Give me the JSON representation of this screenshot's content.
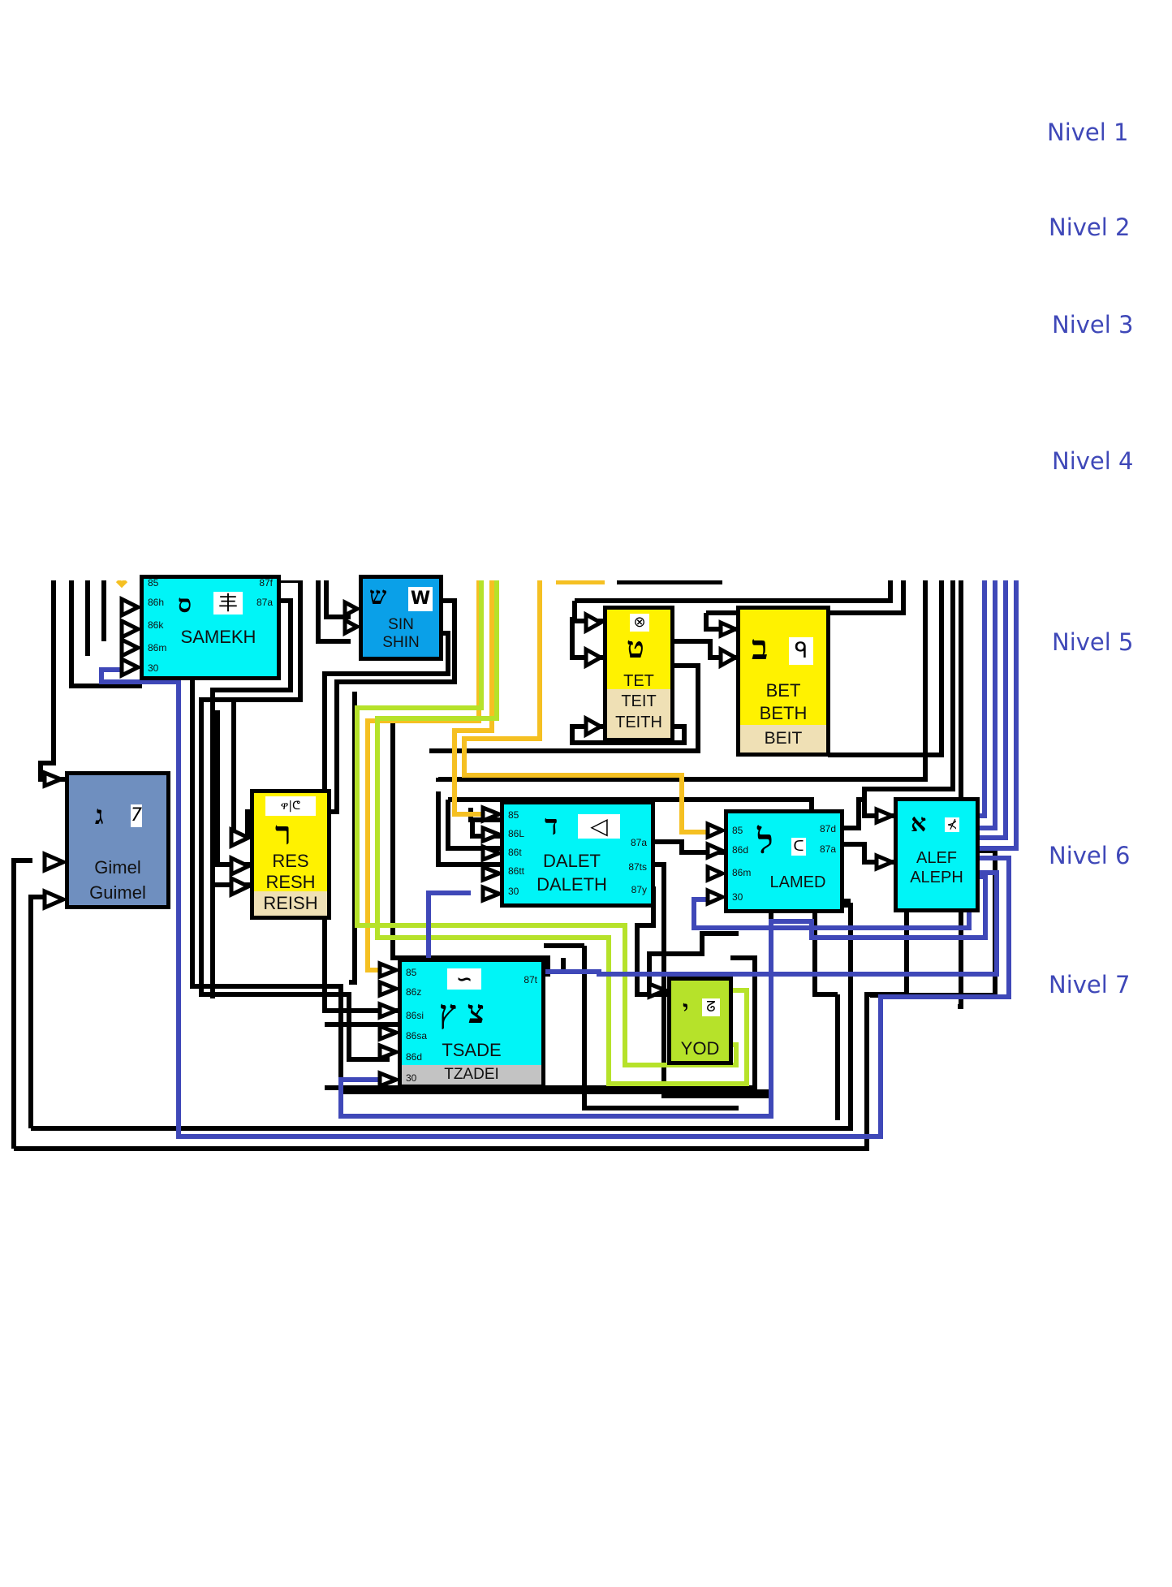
{
  "levels": [
    "Nivel 1",
    "Nivel 2",
    "Nivel 3",
    "Nivel 4",
    "Nivel 5",
    "Nivel 6",
    "Nivel 7"
  ],
  "colors": {
    "level_text": "#3f48b8",
    "wire_black": "#000000",
    "wire_blue": "#3f48b8",
    "wire_yellow": "#f5c022",
    "wire_lime": "#b6e22a",
    "box_cyan": "#00f5f7",
    "box_yellow": "#fff200",
    "box_tan": "#efe0b5",
    "box_sin_blue": "#0aa0e8",
    "box_gimel_steel": "#6f8fbf",
    "box_yod_lime": "#b6e22a",
    "box_tsade_grey": "#c3c3c3"
  },
  "nodes": {
    "samekh": {
      "hebrew": "ס",
      "glyph_icon": "samekh-pictograph-icon",
      "glyph": "丰",
      "names": [
        "SAMEKH"
      ],
      "inputs": [
        "85",
        "86h",
        "86k",
        "86m",
        "30"
      ],
      "outputs": [
        "87f",
        "87a"
      ]
    },
    "sin": {
      "hebrew": "ש",
      "glyph_icon": "shin-pictograph-icon",
      "glyph": "W",
      "names": [
        "SIN",
        "SHIN"
      ],
      "inputs": [],
      "outputs": []
    },
    "tet": {
      "hebrew": "ט",
      "glyph_icon": "tet-pictograph-icon",
      "glyph": "⊗",
      "names": [
        "TET"
      ],
      "alt_names": [
        "TEIT",
        "TEITH"
      ],
      "inputs": [],
      "outputs": []
    },
    "bet": {
      "hebrew": "ב",
      "glyph_icon": "bet-pictograph-icon",
      "glyph": "ᑫ",
      "names": [
        "BET",
        "BETH"
      ],
      "alt_names": [
        "BEIT"
      ],
      "inputs": [],
      "outputs": []
    },
    "gimel": {
      "hebrew": "ג",
      "glyph_icon": "gimel-pictograph-icon",
      "glyph": "7",
      "names": [
        "Gimel",
        "Guimel"
      ],
      "inputs": [],
      "outputs": []
    },
    "res": {
      "hebrew": "ר",
      "glyph_icon": "resh-pictograph-icon",
      "glyph": "ዋ|ᕦ",
      "names": [
        "RES",
        "RESH"
      ],
      "alt_names": [
        "REISH"
      ],
      "inputs": [],
      "outputs": []
    },
    "dalet": {
      "hebrew": "ד",
      "glyph_icon": "dalet-pictograph-icon",
      "glyph": "◁",
      "names": [
        "DALET",
        "DALETH"
      ],
      "inputs": [
        "85",
        "86L",
        "86t",
        "86tt",
        "30"
      ],
      "outputs": [
        "87a",
        "87ts",
        "87y"
      ]
    },
    "lamed": {
      "hebrew": "ל",
      "glyph_icon": "lamed-pictograph-icon",
      "glyph": "ᑕ",
      "names": [
        "LAMED"
      ],
      "inputs": [
        "85",
        "86d",
        "86m",
        "30"
      ],
      "outputs": [
        "87d",
        "87a"
      ]
    },
    "alef": {
      "hebrew": "א",
      "glyph_icon": "alef-pictograph-icon",
      "glyph": "⊀",
      "names": [
        "ALEF",
        "ALEPH"
      ],
      "inputs": [],
      "outputs": []
    },
    "tsade": {
      "hebrew": "צ ץ",
      "glyph_icon": "tsade-pictograph-icon",
      "glyph": "∽",
      "names": [
        "TSADE"
      ],
      "alt_names": [
        "TZADEI"
      ],
      "inputs": [
        "85",
        "86z",
        "86si",
        "86sa",
        "86d",
        "30"
      ],
      "outputs": [
        "87t"
      ]
    },
    "yod": {
      "hebrew": "י",
      "glyph_icon": "yod-pictograph-icon",
      "glyph": "ᘔ",
      "names": [
        "YOD"
      ],
      "inputs": [],
      "outputs": []
    }
  }
}
